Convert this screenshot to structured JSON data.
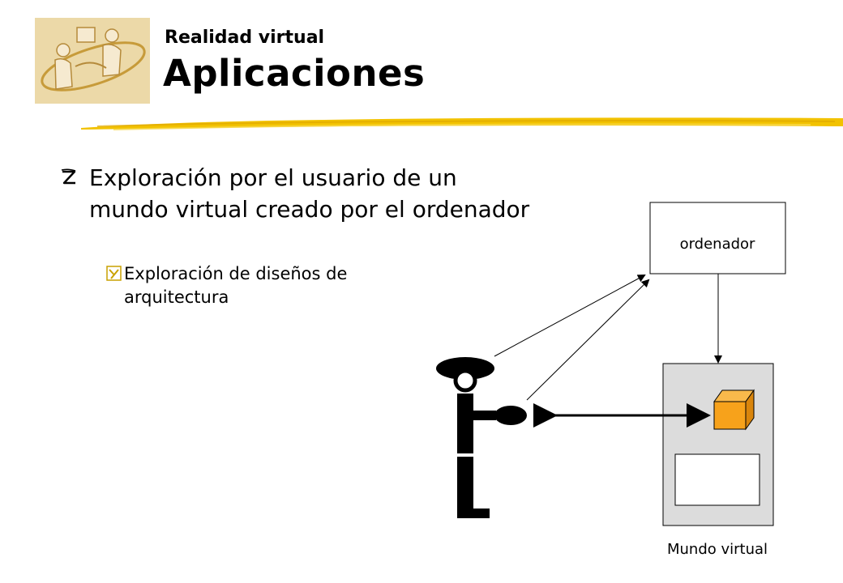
{
  "header": {
    "subtitle": "Realidad virtual",
    "title": "Aplicaciones"
  },
  "content": {
    "bullet_1": "Exploración por el usuario de un mundo virtual creado por el ordenador",
    "bullet_2": "Exploración de diseños de arquitectura"
  },
  "diagram": {
    "computer_label": "ordenador",
    "world_label": "Mundo virtual"
  },
  "colors": {
    "accent_stroke": "#f2c200",
    "cube": "#f7a21b",
    "world_panel": "#dcdcdc"
  }
}
